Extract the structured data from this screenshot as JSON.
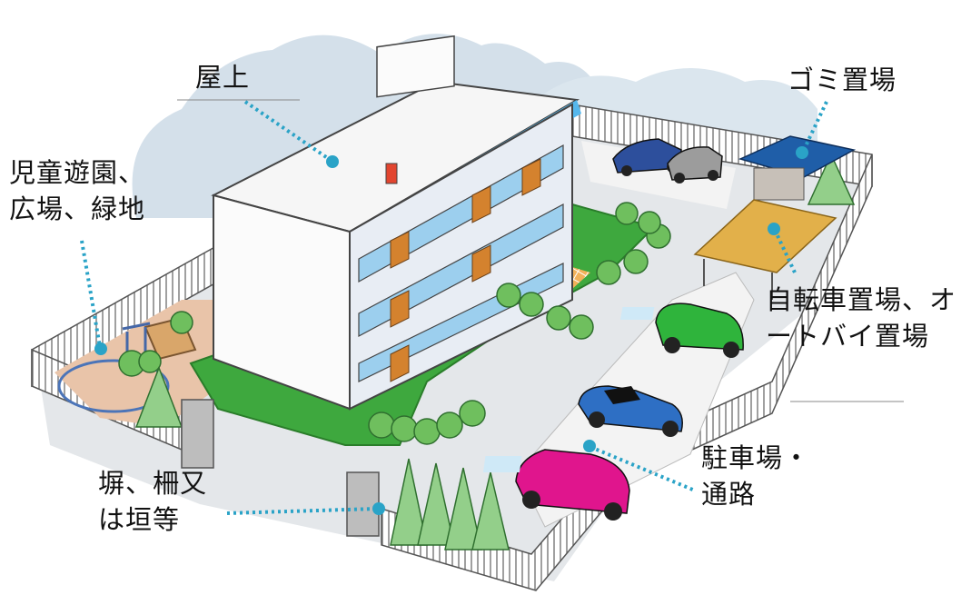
{
  "labels": {
    "rooftop": "屋上",
    "garbage": "ゴミ置場",
    "playground": [
      "児童遊園、",
      "広場、緑地"
    ],
    "bicycle": [
      "自転車置場、オ",
      "ートバイ置場"
    ],
    "parking": [
      "駐車場・",
      "通路"
    ],
    "fence": [
      "塀、柵又",
      "は垣等"
    ]
  },
  "colors": {
    "marker": "#2aa3c7",
    "lawn": "#3ea83e",
    "roof_edge": "#55b7ec",
    "car_green": "#2fb43c",
    "car_blue": "#2e6fc4",
    "car_pink": "#e0158d",
    "garbage_roof": "#1f5ea8",
    "bike_roof": "#e2b04a"
  }
}
